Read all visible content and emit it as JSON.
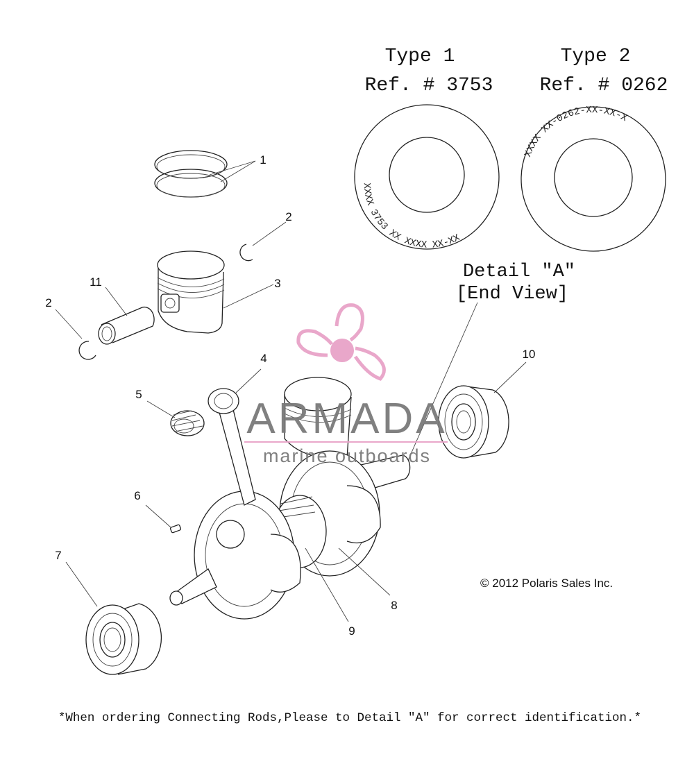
{
  "type1": {
    "title": "Type 1",
    "ref": "Ref. # 3753",
    "stamp": "XXXX 3753 XX XXXX XX-XX"
  },
  "type2": {
    "title": "Type 2",
    "ref": "Ref. # 0262",
    "stamp": "XXXX XX-0262-XX-XX-X"
  },
  "detail": {
    "title": "Detail \"A\"",
    "subtitle": "[End View]"
  },
  "callouts": [
    "1",
    "2",
    "3",
    "11",
    "2",
    "4",
    "5",
    "6",
    "7",
    "8",
    "9",
    "10"
  ],
  "copyright": "© 2012 Polaris Sales Inc.",
  "footnote": "*When ordering Connecting Rods,Please to Detail \"A\" for correct identification.*",
  "watermark": {
    "brand": "ARMADA",
    "tagline": "marine outboards",
    "color": "#e8a3c8"
  }
}
